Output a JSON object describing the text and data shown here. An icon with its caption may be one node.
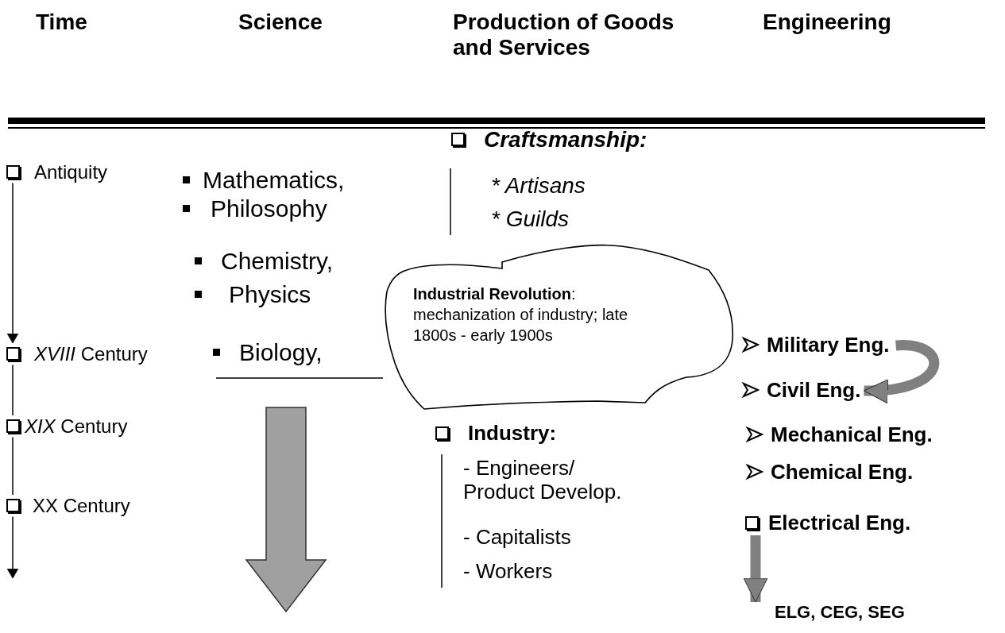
{
  "diagram": {
    "nodes": [
      {
        "text": [
          "Antiquity"
        ]
      },
      {
        "text": [
          "*XVIII* Century"
        ]
      },
      {
        "text": [
          "*XIX* Century"
        ]
      },
      {
        "text": [
          "XX Century"
        ]
      },
      {
        "text": [
          "**Industrial Revolution**:",
          "mechanization of industry; late 1800s - early 1900s"
        ]
      },
      {
        "text": [
          "Military Eng."
        ]
      },
      {
        "text": [
          "Civil Eng."
        ]
      },
      {
        "text": [
          "Electrical Eng."
        ]
      },
      {
        "text": [
          "ELG, CEG, SEG"
        ]
      }
    ],
    "edges": [
      {
        "from": 0,
        "to": 1,
        "arrow": "to"
      },
      {
        "from": 1,
        "to": 2,
        "arrow": "none"
      },
      {
        "from": 2,
        "to": 3,
        "arrow": "none"
      },
      {
        "from": 3,
        "to": null,
        "arrow": "to"
      },
      {
        "from": 5,
        "to": 6,
        "arrow": "to",
        "style": "thick",
        "color": "#808080"
      },
      {
        "from": 7,
        "to": 8,
        "arrow": "to",
        "style": "thick",
        "color": "#808080"
      }
    ],
    "labels": [
      "Time",
      "Science",
      "Production of Goods and Services",
      "Engineering",
      "Mathematics,",
      "Philosophy",
      "Chemistry,",
      "Physics",
      "Biology,",
      "**Craftsmanship**:",
      "* Artisans",
      "* Guilds",
      "**Industry**:",
      "- Engineers/ Product Develop.",
      "- Capitalists",
      "- Workers",
      "Mechanical Eng.",
      "Chemical Eng."
    ]
  }
}
